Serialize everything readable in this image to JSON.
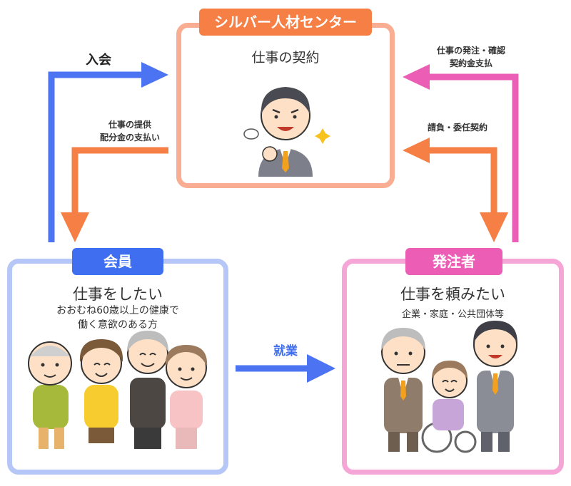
{
  "center": {
    "tag": "シルバー人材センター",
    "heading": "仕事の契約",
    "border_color": "#f9ad92",
    "tag_color": "#f57f44"
  },
  "member": {
    "tag": "会員",
    "heading": "仕事をしたい",
    "description_line1": "おおむね60歳以上の健康で",
    "description_line2": "働く意欲のある方",
    "border_color": "#b5c6f7",
    "tag_color": "#3f6ef0"
  },
  "client": {
    "tag": "発注者",
    "heading": "仕事を頼みたい",
    "description": "企業・家庭・公共団体等",
    "border_color": "#f6a6d6",
    "tag_color": "#ec5eb5"
  },
  "arrows": {
    "join": "入会",
    "provide_line1": "仕事の提供",
    "provide_line2": "配分金の支払い",
    "order_line1": "仕事の発注・確認",
    "order_line2": "契約金支払",
    "contract": "請負・委任契約",
    "employment": "就業"
  },
  "colors": {
    "blue_arrow": "#4c74f2",
    "orange_arrow": "#f57f44",
    "pink_arrow": "#ec5eb5"
  }
}
